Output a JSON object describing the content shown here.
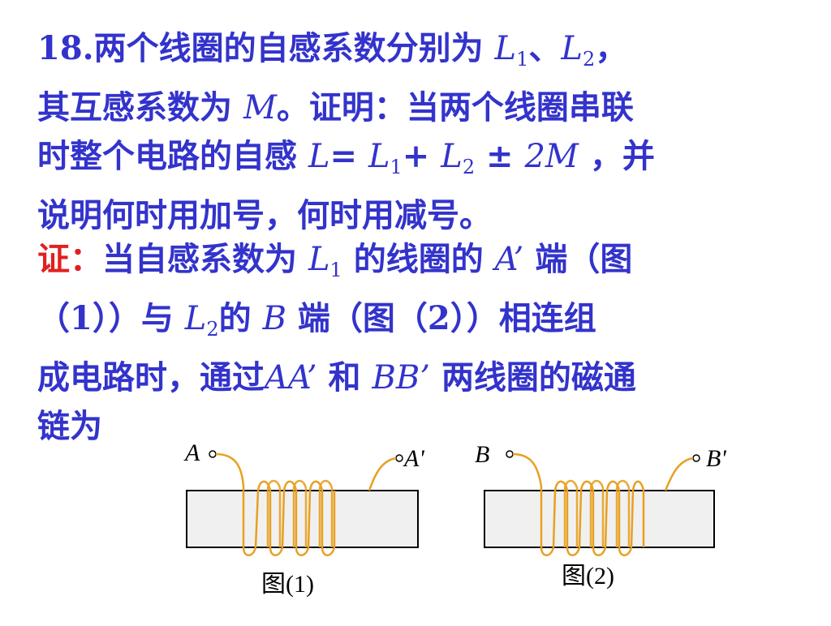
{
  "problem": {
    "line1_a": "18.两个线圈的自感系数分别为",
    "L": "L",
    "sub1": "1",
    "sub2": "2",
    "sep": "、",
    "comma": "，",
    "line2_a": "其互感系数为",
    "M": "M",
    "line2_b": "。证明：当两个线圈串联",
    "line3_a": "时整个电路的自感",
    "eq": "=",
    "plus": "+",
    "pm": "±",
    "two_M": "2M",
    "line3_b": "，并",
    "line4": "说明何时用加号，何时用减号。"
  },
  "proof": {
    "label": "证：",
    "line1_a": "当自感系数为",
    "line1_b": "的线圈的",
    "A_prime": "A’",
    "line1_c": "端（图",
    "line2_a": "（1））与",
    "line2_b": "的",
    "B": "B",
    "line2_c": "端（图（2））相连组",
    "line3_a": "成电路时，通过",
    "AA_prime": "AA’",
    "line3_b": "和",
    "BB_prime": "BB’",
    "line3_c": "两线圈的磁通",
    "line4": "链为"
  },
  "figures": {
    "fig1": {
      "caption": "图(1)",
      "left_terminal": "A",
      "right_terminal": "A'"
    },
    "fig2": {
      "caption": "图(2)",
      "left_terminal": "B",
      "right_terminal": "B'"
    },
    "colors": {
      "wire": "#e8a020",
      "core_fill": "#f0f0f0",
      "core_stroke": "#000000",
      "text": "#3333cc",
      "label": "#e02020"
    }
  }
}
